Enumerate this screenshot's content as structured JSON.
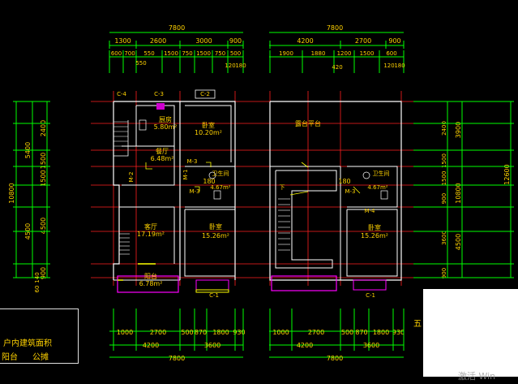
{
  "plan_left": {
    "top_overall": "7800",
    "top_row1": [
      "1300",
      "2600",
      "3000",
      "900"
    ],
    "top_row2": [
      "600",
      "700",
      "550",
      "1500",
      "750",
      "1500",
      "750",
      "500"
    ],
    "top_row2_extra": [
      "120",
      "180"
    ],
    "left_outer": "10800",
    "left_mid": [
      "5400",
      "4500"
    ],
    "left_inner": [
      "2400",
      "1500",
      "1500",
      "900"
    ],
    "left_small": [
      "140",
      "60"
    ],
    "bottom_row": [
      "1000",
      "2700",
      "500",
      "870",
      "1800",
      "930"
    ],
    "bottom_sub": [
      "4200",
      "3600"
    ],
    "bottom_overall": "7800",
    "window_tags": [
      "C-4",
      "C-3",
      "C-2",
      "C-1"
    ],
    "door_tags": [
      "M-3",
      "M-3",
      "M-2",
      "M-1"
    ],
    "rooms": {
      "kitchen_name": "厨房",
      "kitchen_area": "5.80m²",
      "bedroom_top_name": "卧室",
      "bedroom_top_area": "10.20m²",
      "dining_name": "餐厅",
      "dining_area": "6.48m²",
      "bath_name": "卫生间",
      "bath_area": "4.67m²",
      "living_name": "客厅",
      "living_area": "17.19m²",
      "bedroom_bottom_name": "卧室",
      "bedroom_bottom_area": "15.26m²",
      "balcony_name": "阳台",
      "balcony_area": "6.78m²"
    },
    "tag_180": "180"
  },
  "plan_right": {
    "top_overall": "7800",
    "top_row1": [
      "4200",
      "2700",
      "900"
    ],
    "top_row2": [
      "1900",
      "1880",
      "1200",
      "1500",
      "600"
    ],
    "top_row2_extra": [
      "420",
      "120",
      "180"
    ],
    "right_outer": "12600",
    "right_mid": [
      "3900",
      "10800"
    ],
    "right_inner": [
      "2400",
      "1500",
      "1500",
      "900",
      "3600",
      "900"
    ],
    "right_small": [
      "2400",
      "4500"
    ],
    "bottom_row": [
      "1000",
      "2700",
      "500",
      "870",
      "1800",
      "930"
    ],
    "bottom_sub": [
      "4200",
      "3600"
    ],
    "bottom_overall": "7800",
    "rooms": {
      "terrace_name": "露台平台",
      "bath_name": "卫生间",
      "bath_area": "4.67m²",
      "bedroom_name": "卧室",
      "bedroom_area": "15.26m²"
    },
    "door_tags": [
      "M-3",
      "M-4"
    ],
    "window_tag": "C-1",
    "tag_180": "180",
    "down_label": "下"
  },
  "info_panel": {
    "row1": "户内建筑面积",
    "row2_left": "阳台",
    "row2_right": "公摊"
  },
  "side_label": "五",
  "watermark": "激活 Win",
  "colors": {
    "background": "#000000",
    "wall": "#ffffff",
    "axis": "#ff2020",
    "dimension": "#00ff00",
    "text": "#ffd200",
    "balcony": "#ff00ff"
  }
}
